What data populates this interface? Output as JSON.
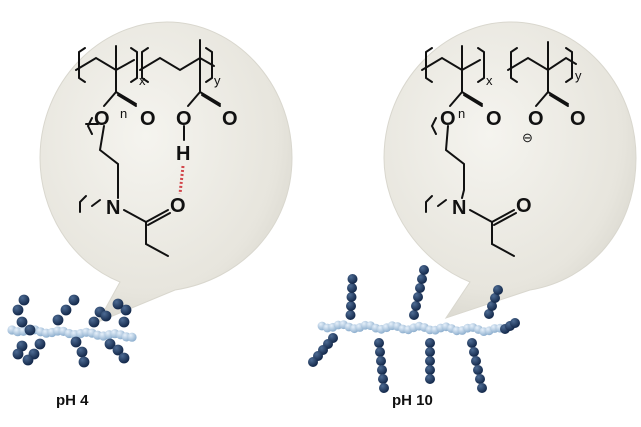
{
  "panels": [
    {
      "caption": "pH 4",
      "subscript_x": "x",
      "subscript_y": "y",
      "subscript_n": "n",
      "atoms": {
        "o1": "O",
        "o2": "O",
        "o3": "O",
        "o4": "O",
        "h": "H",
        "n": "N",
        "o5": "O"
      },
      "interaction": "hydrogen-bond",
      "side_chain_count": 8
    },
    {
      "caption": "pH 10",
      "subscript_x": "x",
      "subscript_y": "y",
      "subscript_n": "n",
      "atoms": {
        "o1": "O",
        "o2": "O",
        "o3": "O",
        "o4": "O",
        "charge": "⊖",
        "n": "N",
        "o5": "O"
      },
      "interaction": "none",
      "side_chain_count": 8
    }
  ],
  "colors": {
    "bubble": "#ecebe4",
    "bubble_shadow": "#cfcdc4",
    "backbone": "#a9c4dd",
    "side_chain": "#1d3557",
    "hbond": "#d2464b"
  }
}
